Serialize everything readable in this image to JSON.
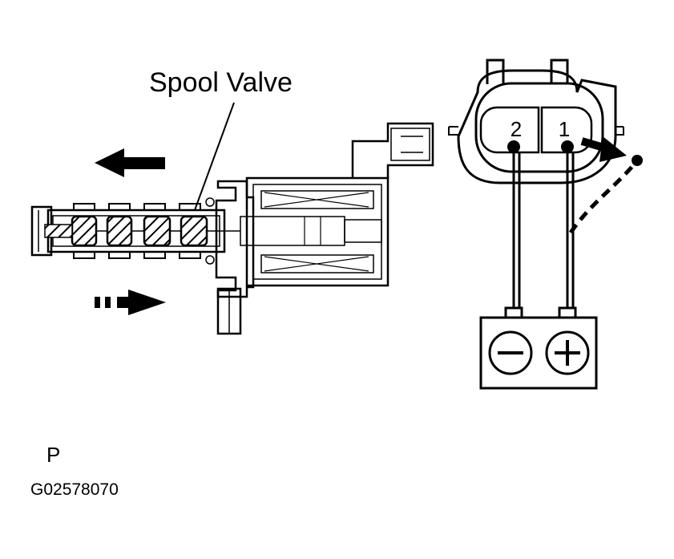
{
  "labels": {
    "spool_valve": "Spool Valve",
    "code": "P",
    "figure_id": "G02578070"
  },
  "connector": {
    "terminal_left": "2",
    "terminal_right": "1"
  },
  "battery": {
    "negative_symbol": "−",
    "positive_symbol": "+"
  },
  "colors": {
    "ink": "#000000",
    "paper": "#ffffff"
  }
}
